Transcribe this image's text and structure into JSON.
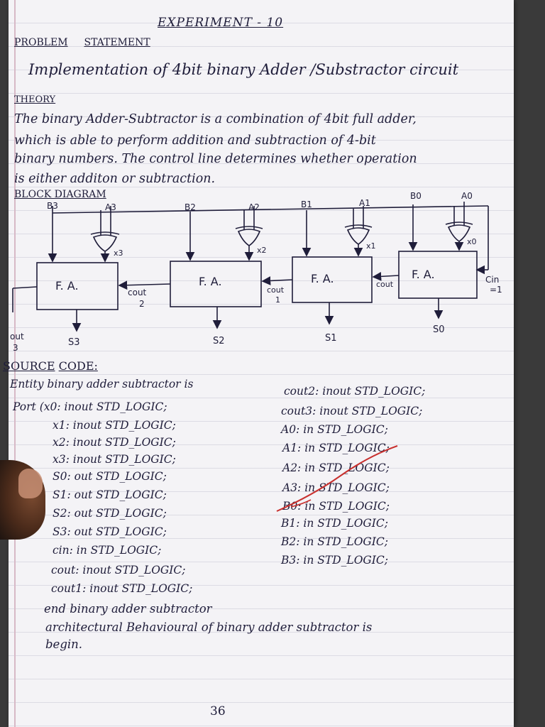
{
  "title": "EXPERIMENT - 10",
  "problem_heading": {
    "word1": "PROBLEM",
    "word2": "STATEMENT"
  },
  "statement": "Implementation of 4bit binary Adder /Substractor circuit",
  "theory_heading": "THEORY",
  "theory_lines": [
    "The binary Adder-Subtractor is a combination of 4bit full adder,",
    "which is able to perform addition and subtraction of 4-bit",
    "binary numbers. The control line determines whether operation",
    "is either additon or subtraction."
  ],
  "block_heading": "BLOCK DIAGRAM",
  "diagram": {
    "fa_label": "F. A.",
    "inputs_b": [
      "B3",
      "B2",
      "B1",
      "B0"
    ],
    "inputs_a": [
      "A3",
      "A2",
      "A1",
      "A0"
    ],
    "xor_labels": [
      "x3",
      "x2",
      "x1",
      "x0"
    ],
    "sums": [
      "S3",
      "S2",
      "S1",
      "S0"
    ],
    "carry_labels": [
      {
        "line1": "cout",
        "line2": "2"
      },
      {
        "line1": "cout",
        "line2": "1"
      },
      {
        "line1": "cout",
        "line2": ""
      }
    ],
    "cin_line1": "Cin",
    "cin_line2": "=1",
    "cout_out": {
      "line1": "out",
      "line2": "3"
    }
  },
  "source_heading": {
    "word1": "SOURCE",
    "word2": "CODE:"
  },
  "code_left": [
    "Entity  binary adder subtractor is",
    "Port (x0: inout STD_LOGIC;",
    "x1: inout STD_LOGIC;",
    "x2: inout STD_LOGIC;",
    "x3: inout STD_LOGIC;",
    "S0: out STD_LOGIC;",
    "S1: out STD_LOGIC;",
    "S2: out STD_LOGIC;",
    "S3: out STD_LOGIC;",
    "cin: in STD_LOGIC;",
    "cout: inout STD_LOGIC;",
    "cout1: inout STD_LOGIC;"
  ],
  "code_right": [
    "cout2: inout STD_LOGIC;",
    "cout3: inout STD_LOGIC;",
    "A0: in STD_LOGIC;",
    "A1: in STD_LOGIC;",
    "A2: in STD_LOGIC;",
    "A3: in STD_LOGIC;",
    "B0: in STD_LOGIC;",
    "B1: in STD_LOGIC;",
    "B2: in STD_LOGIC;",
    "B3: in STD_LOGIC;"
  ],
  "code_end": [
    "end binary adder subtractor",
    "architectural Behavioural of binary adder subtractor is",
    "begin."
  ],
  "page_number": "36",
  "colors": {
    "ink": "#1f1d3a",
    "paper": "#f4f3f6",
    "red_pen": "#c8302e"
  }
}
